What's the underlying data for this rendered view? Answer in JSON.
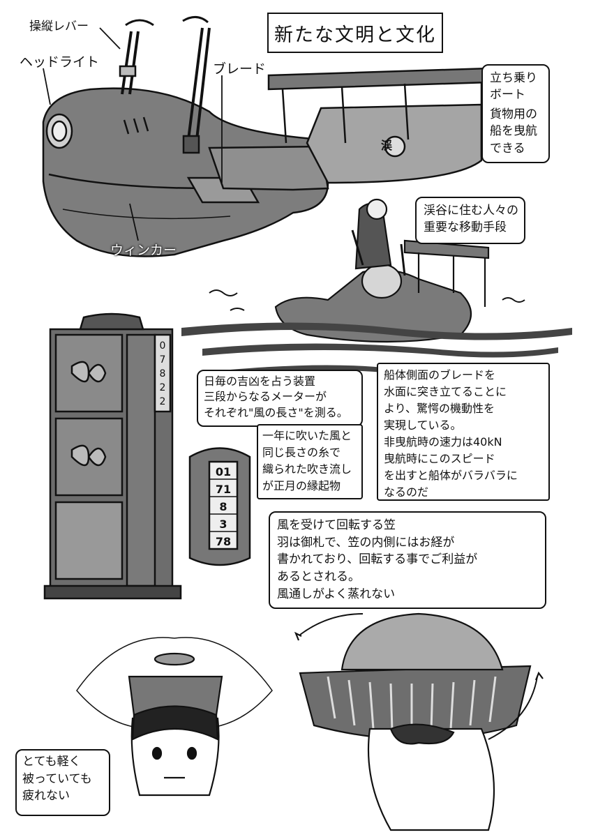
{
  "page": {
    "title": "新たな文明と文化"
  },
  "boat_labels": {
    "lever": "操縦レバー",
    "headlight": "ヘッドライト",
    "blade": "ブレード",
    "winker": "ウィンカー"
  },
  "boat_note": {
    "lines": [
      "立ち乗り",
      "ボート",
      "貨物用の",
      "船を曳航",
      "できる"
    ]
  },
  "transport_note": {
    "lines": [
      "渓谷に住む人々の",
      "重要な移動手段"
    ]
  },
  "fortune_device": {
    "lines": [
      "日毎の吉凶を占う装置",
      "三段からなるメーターが",
      "それぞれ\"風の長さ\"を測る。"
    ],
    "sub_lines": [
      "一年に吹いた風と",
      "同じ長さの糸で",
      "織られた吹き流し",
      "が正月の縁起物"
    ],
    "meter_big": [
      "0",
      "7",
      "8",
      "2",
      "2"
    ],
    "meter_small": [
      "01",
      "71",
      "8",
      "3",
      "78"
    ]
  },
  "blade_note": {
    "lines": [
      "船体側面のブレードを",
      "水面に突き立てることに",
      "より、驚愕の機動性を",
      "実現している。",
      "非曳航時の速力は40kN",
      "曳航時にこのスピード",
      "を出すと船体がバラバラに",
      "なるのだ"
    ]
  },
  "hat_note": {
    "lines": [
      "風を受けて回転する笠",
      "羽は御札で、笠の内側にはお経が",
      "書かれており、回転する事でご利益が",
      "あるとされる。",
      "風通しがよく蒸れない"
    ]
  },
  "light_note": {
    "lines": [
      "とても軽く",
      "被っていても",
      "疲れない"
    ]
  },
  "boat_emblem": {
    "text": "渓"
  }
}
